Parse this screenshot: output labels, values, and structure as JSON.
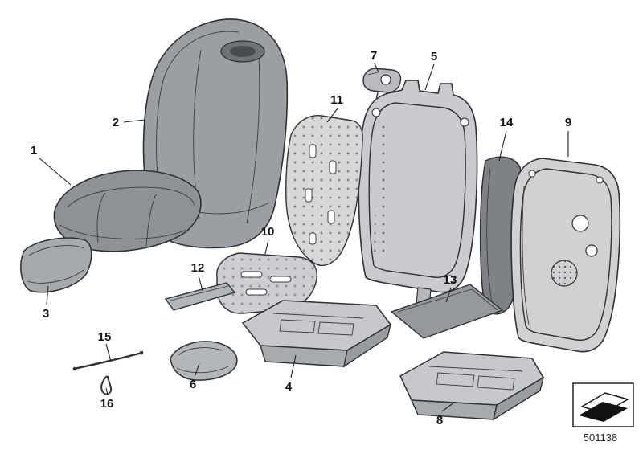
{
  "diagram": {
    "part_number": "501138",
    "background": "#ffffff",
    "colors": {
      "line": "#2e3033",
      "upholstery_dark": "#8e9195",
      "pad_mid": "#b3b6b9",
      "frame_light": "#cdcfd2",
      "panel_dark": "#7e8185"
    }
  },
  "callouts": [
    {
      "label": "1"
    },
    {
      "label": "2"
    },
    {
      "label": "3"
    },
    {
      "label": "4"
    },
    {
      "label": "5"
    },
    {
      "label": "6"
    },
    {
      "label": "7"
    },
    {
      "label": "8"
    },
    {
      "label": "9"
    },
    {
      "label": "10"
    },
    {
      "label": "11"
    },
    {
      "label": "12"
    },
    {
      "label": "13"
    },
    {
      "label": "14"
    },
    {
      "label": "15"
    },
    {
      "label": "16"
    }
  ]
}
